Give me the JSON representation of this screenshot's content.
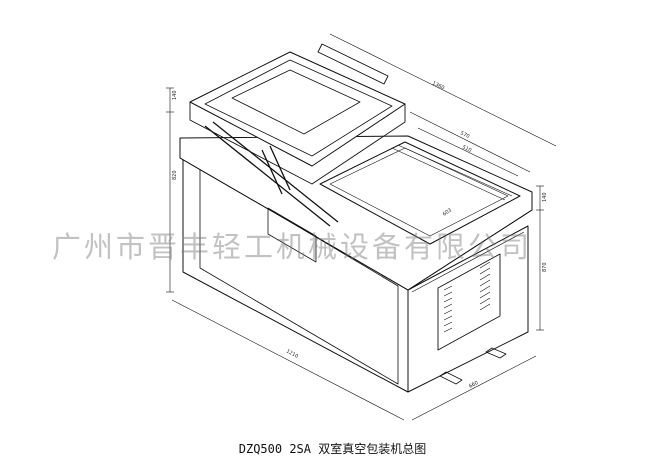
{
  "watermark": "广州市晋丰轻工机械设备有限公司",
  "caption": "DZQ500 2SA 双室真空包装机总图",
  "dimensions": {
    "overall_length": "1360",
    "lid_height": "140",
    "body_height": "820",
    "right_height": "870",
    "right_lid": "140",
    "depth_a": "570",
    "depth_b": "510",
    "chamber": "603",
    "base_width": "1210",
    "base_depth": "660"
  }
}
